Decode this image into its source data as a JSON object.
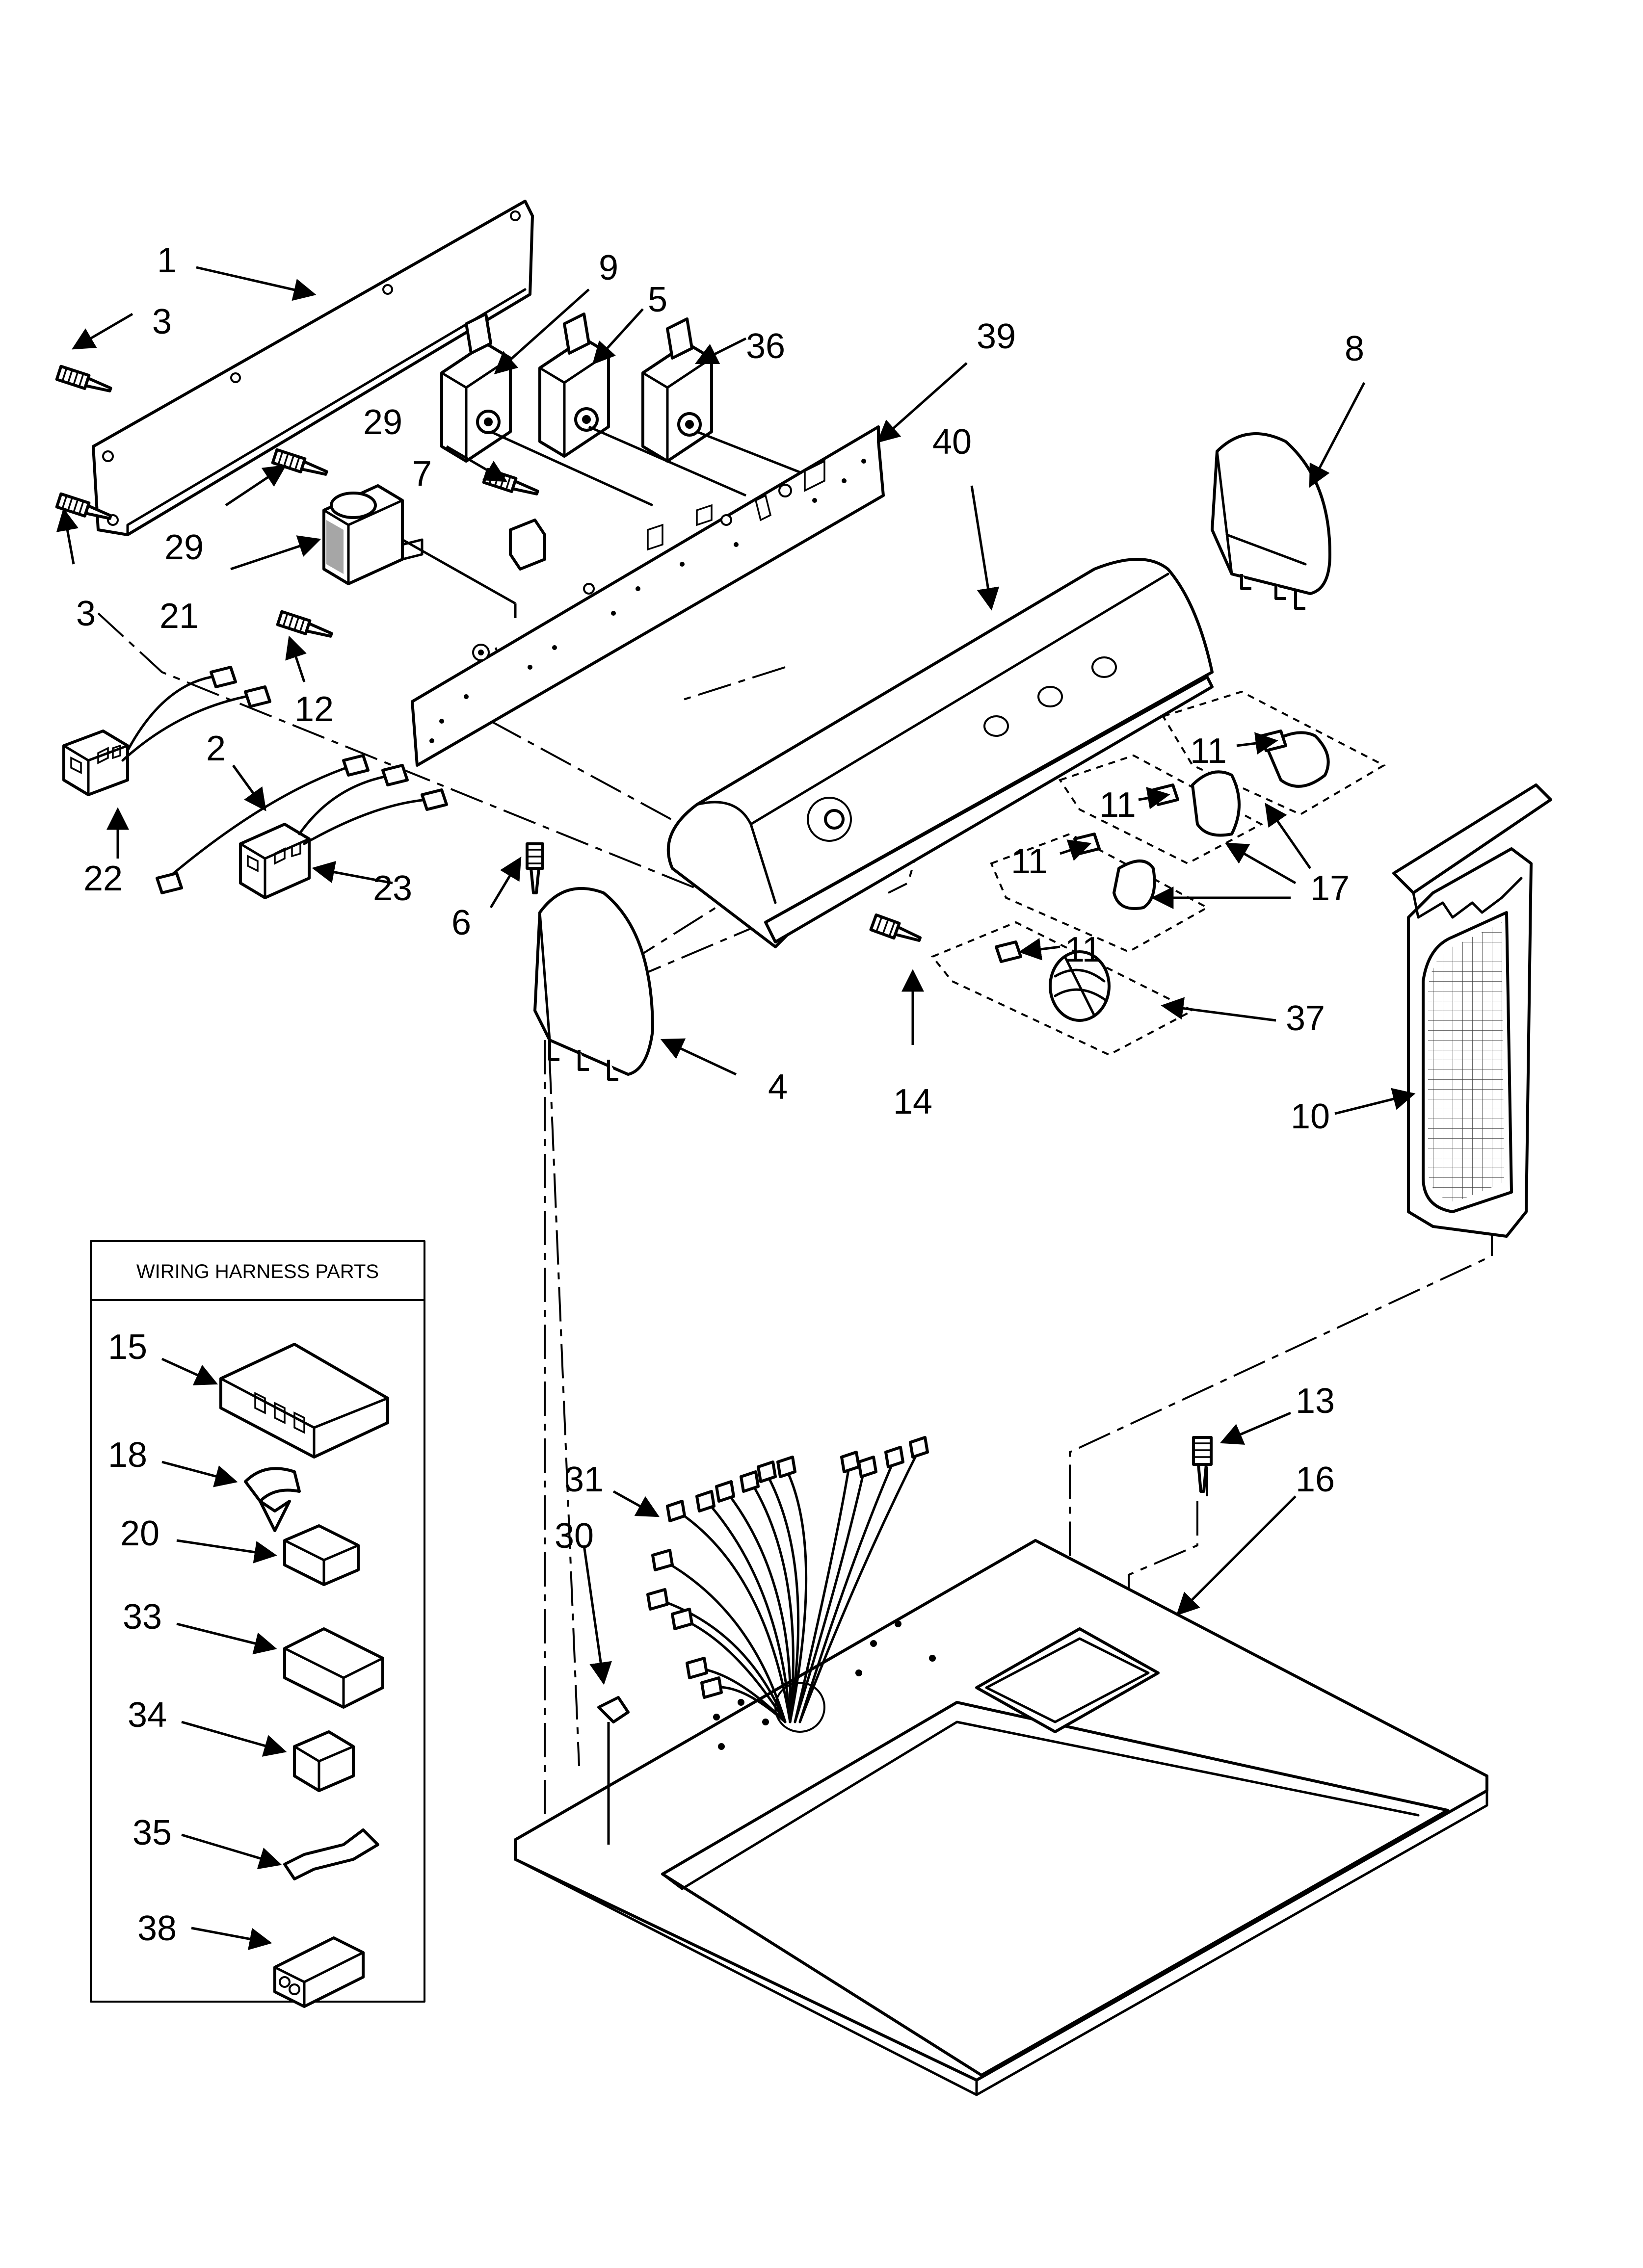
{
  "callouts": [
    "1",
    "3",
    "29",
    "3",
    "21",
    "12",
    "9",
    "5",
    "36",
    "29",
    "7",
    "39",
    "40",
    "8",
    "2",
    "22",
    "23",
    "6",
    "4",
    "11",
    "11",
    "11",
    "17",
    "11",
    "37",
    "14",
    "10",
    "13",
    "16",
    "31",
    "30"
  ],
  "harness": {
    "title": "WIRING HARNESS PARTS",
    "labels": [
      "15",
      "18",
      "20",
      "33",
      "34",
      "35",
      "38"
    ]
  }
}
